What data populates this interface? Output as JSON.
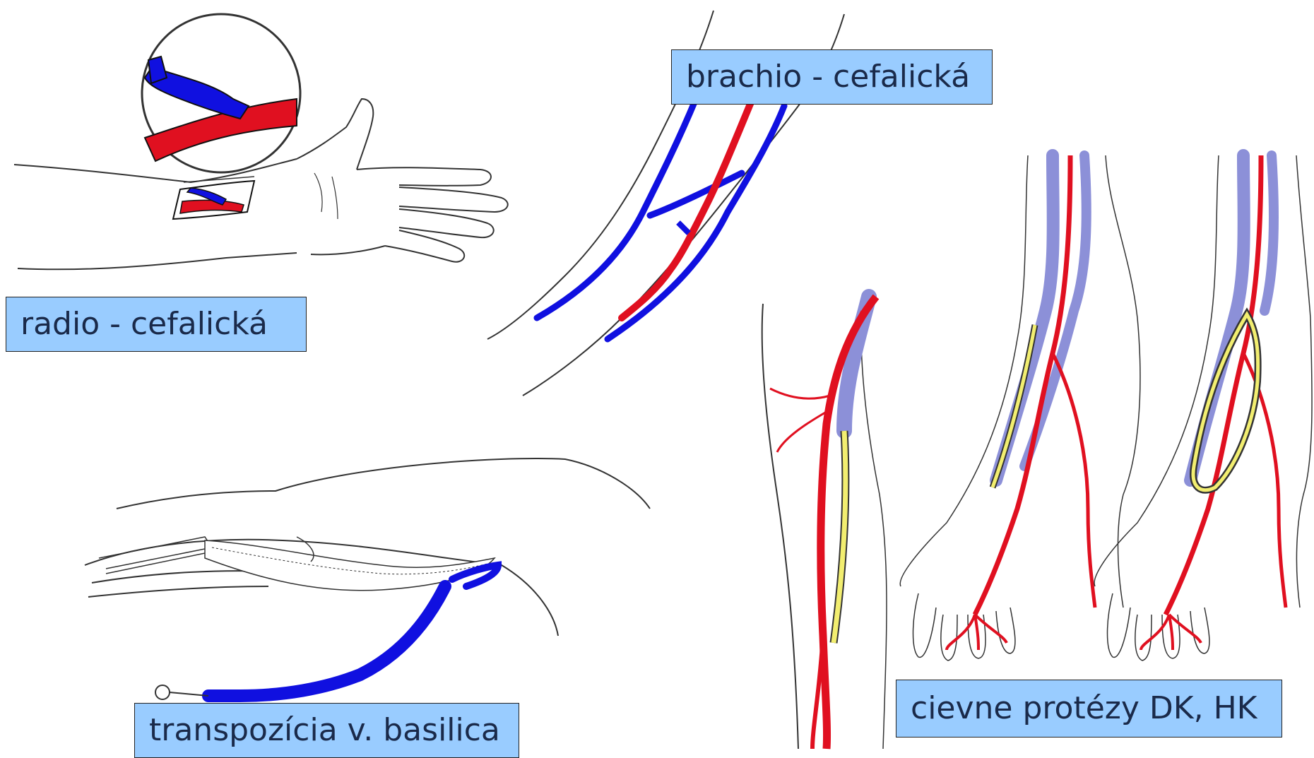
{
  "labels": {
    "radio": "radio - cefalická",
    "brachio": "brachio - cefalická",
    "transpozicia": "transpozícia v. basilica",
    "protezy": "cievne protézy DK, HK"
  },
  "colors": {
    "artery": "#e01020",
    "vein_blue": "#1010e0",
    "vein_light": "#8c90d8",
    "graft": "#f2ee70",
    "outline": "#333333",
    "label_bg": "#99ccff"
  },
  "icons": {
    "wrist_fistula": "radio-cephalic-fistula-illustration",
    "elbow_fistula": "brachio-cephalic-fistula-illustration",
    "basilic_transposition": "basilic-vein-transposition-illustration",
    "leg_graft": "thigh-graft-illustration",
    "forearm_grafts": "forearm-graft-illustrations"
  }
}
